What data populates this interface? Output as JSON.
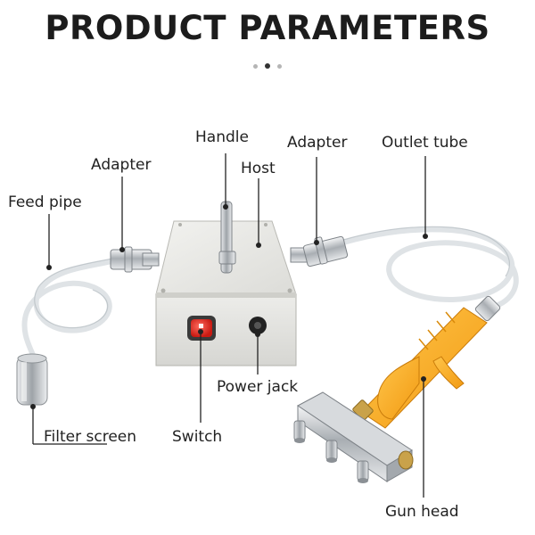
{
  "title": "PRODUCT PARAMETERS",
  "pagination": {
    "total": 3,
    "active_index": 1
  },
  "labels": {
    "handle": "Handle",
    "adapter_left": "Adapter",
    "adapter_right": "Adapter",
    "host": "Host",
    "outlet_tube": "Outlet tube",
    "feed_pipe": "Feed pipe",
    "power_jack": "Power jack",
    "filter_screen": "Filter screen",
    "switch": "Switch",
    "gun_head": "Gun head"
  },
  "colors": {
    "gun_body": "#f5a623",
    "switch_red": "#e0281e",
    "box_body": "#e4e4e0",
    "metal": "#c4c8cc"
  }
}
